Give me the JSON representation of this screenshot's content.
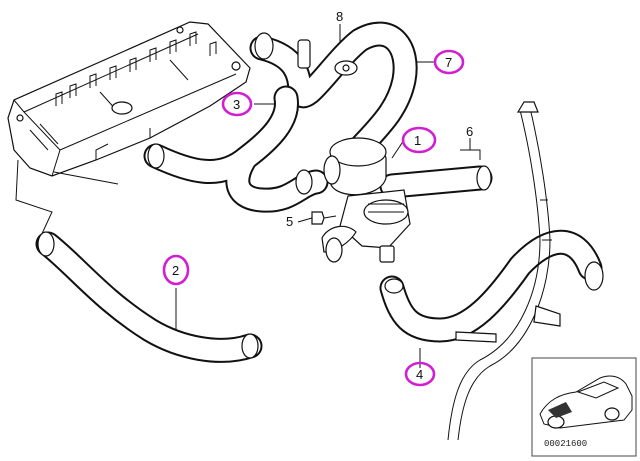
{
  "part_labels": [
    {
      "id": "1",
      "text": "1",
      "circled": true
    },
    {
      "id": "2",
      "text": "2",
      "circled": true
    },
    {
      "id": "3",
      "text": "3",
      "circled": true
    },
    {
      "id": "4",
      "text": "4",
      "circled": true
    },
    {
      "id": "5",
      "text": "5",
      "circled": false
    },
    {
      "id": "6",
      "text": "6",
      "circled": false
    },
    {
      "id": "7",
      "text": "7",
      "circled": true
    },
    {
      "id": "8",
      "text": "8",
      "circled": false
    }
  ],
  "reference_code": "00021600",
  "colors": {
    "background": "#ffffff",
    "line_art": "#111111",
    "highlight_circle": "#d21ed2",
    "inset_border": "#444444"
  }
}
